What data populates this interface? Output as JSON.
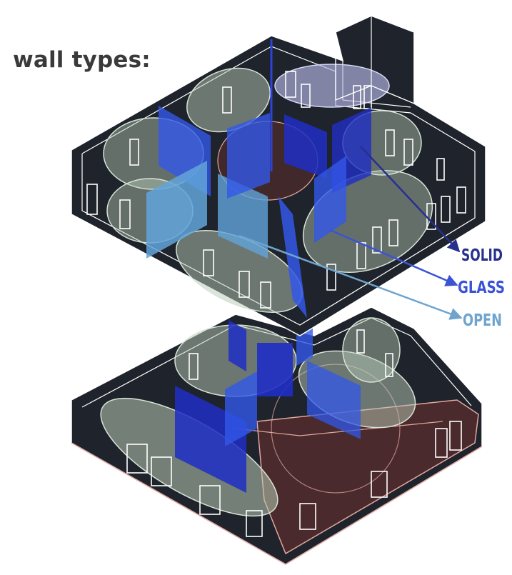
{
  "title": "wall types:",
  "legend": [
    {
      "label": "SOLID",
      "color": "#27308e"
    },
    {
      "label": "GLASS",
      "color": "#3b54d6"
    },
    {
      "label": "OPEN",
      "color": "#6ea4cf"
    }
  ],
  "palette": {
    "wall_dark": "#1f232b",
    "wall_line": "#ffffff",
    "zone_fill": "#b9ccb7",
    "room_fill": "#4a2a2c",
    "room_line": "#e0a79e",
    "solid": "#1f2ec4",
    "glass": "#3257e8",
    "open": "#62a4db"
  }
}
